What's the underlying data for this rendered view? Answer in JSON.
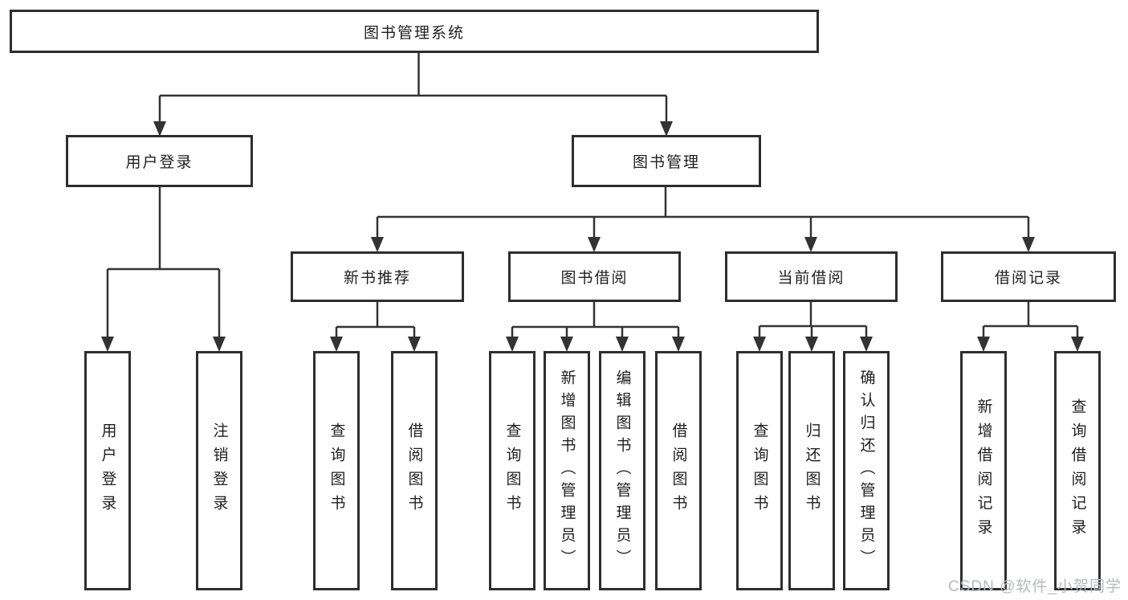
{
  "diagram": {
    "root": {
      "label": "图书管理系统"
    },
    "branches": [
      {
        "label": "用户登录",
        "children": [
          "用户登录",
          "注销登录"
        ]
      },
      {
        "label": "图书管理"
      }
    ],
    "modules": [
      {
        "label": "新书推荐",
        "children": [
          "查询图书",
          "借阅图书"
        ]
      },
      {
        "label": "图书借阅",
        "children": [
          "查询图书",
          "新增图书（管理员）",
          "编辑图书（管理员）",
          "借阅图书"
        ]
      },
      {
        "label": "当前借阅",
        "children": [
          "查询图书",
          "归还图书",
          "确认归还（管理员）"
        ]
      },
      {
        "label": "借阅记录",
        "children": [
          "新增借阅记录",
          "查询借阅记录"
        ]
      }
    ],
    "watermark": "CSDN @软件_小贺同学",
    "colors": {
      "line": "#333333",
      "border": "#2e2e2e",
      "text": "#1f1f1f",
      "watermark": "#b5b9c0",
      "background": "#ffffff"
    }
  }
}
